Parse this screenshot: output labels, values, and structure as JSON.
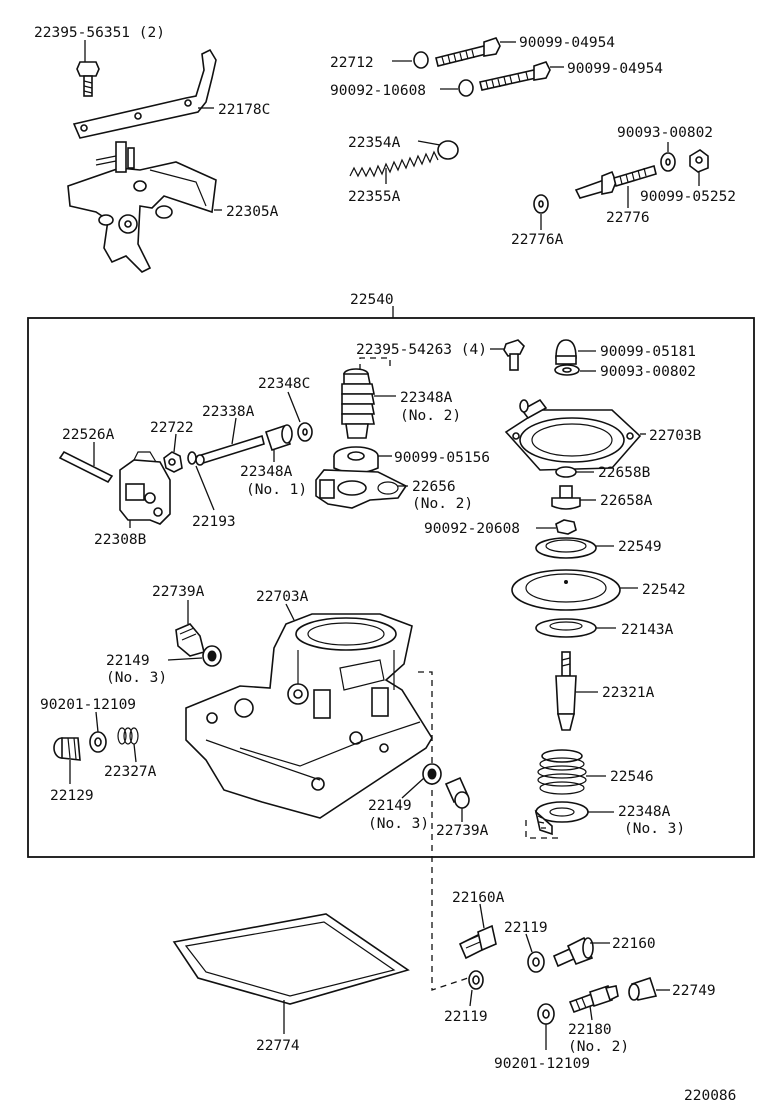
{
  "labels": {
    "l1": "22395-56351 (2)",
    "l2": "22178C",
    "l3": "22305A",
    "l4": "22712",
    "l5": "90099-04954",
    "l6": "90092-10608",
    "l7": "90099-04954",
    "l8": "22354A",
    "l9": "22355A",
    "l10": "90093-00802",
    "l11": "90099-05252",
    "l12": "22776",
    "l13": "22776A",
    "l14": "22540",
    "l15": "22395-54263 (4)",
    "l16": "90099-05181",
    "l17": "90093-00802",
    "l18": "22348C",
    "l19a": "22348A",
    "l19b": "(No. 2)",
    "l20": "22703B",
    "l21": "22338A",
    "l22": "22722",
    "l23": "22526A",
    "l24a": "22348A",
    "l24b": "(No. 1)",
    "l25": "90099-05156",
    "l26": "22658B",
    "l27a": "22656",
    "l27b": "(No. 2)",
    "l28": "22658A",
    "l29": "22193",
    "l30": "22308B",
    "l31": "90092-20608",
    "l32": "22549",
    "l33": "22542",
    "l34": "22739A",
    "l35": "22703A",
    "l36": "22143A",
    "l37a": "22149",
    "l37b": "(No. 3)",
    "l38": "22321A",
    "l39": "90201-12109",
    "l40": "22327A",
    "l41": "22129",
    "l42": "22546",
    "l43a": "22149",
    "l43b": "(No. 3)",
    "l44": "22739A",
    "l45a": "22348A",
    "l45b": "(No. 3)",
    "l46": "22160A",
    "l47": "22119",
    "l48": "22160",
    "l49": "22119",
    "l50": "22749",
    "l51": "22774",
    "l52a": "22180",
    "l52b": "(No. 2)",
    "l53": "90201-12109",
    "l54": "220086"
  }
}
